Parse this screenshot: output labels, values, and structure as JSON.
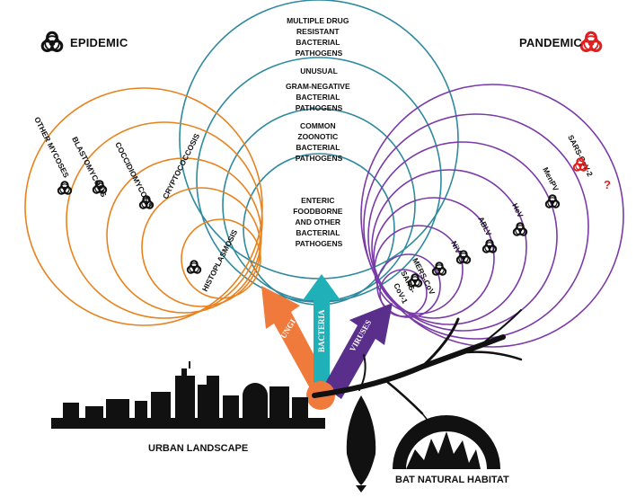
{
  "headers": {
    "epidemic": "EPIDEMIC",
    "pandemic": "PANDEMIC"
  },
  "bacteria": [
    [
      "MULTIPLE DRUG",
      "RESISTANT",
      "BACTERIAL",
      "PATHOGENS"
    ],
    [
      "UNUSUAL"
    ],
    [
      "GRAM-NEGATIVE",
      "BACTERIAL",
      "PATHOGENS"
    ],
    [
      "COMMON",
      "ZOONOTIC",
      "BACTERIAL",
      "PATHOGENS"
    ],
    [
      "ENTERIC",
      "FOODBORNE",
      "AND OTHER",
      "BACTERIAL",
      "PATHOGENS"
    ]
  ],
  "fungi": [
    "OTHER MYCOSES",
    "BLASTOMYCOSIS",
    "COCCIDIOMYCOSIS",
    "CRYPTOCOCCOSIS",
    "HISTOPLASMOSIS"
  ],
  "viruses": [
    "SARS-CoV-2",
    "?",
    "MenPV",
    "HeV",
    "ABLV",
    "NiV",
    "MERS-CoV",
    "SARS-",
    "CoV-1"
  ],
  "arrows": {
    "fungi": "FUNGI",
    "bacteria": "BACTERIA",
    "viruses": "VIRUSES"
  },
  "bottom": {
    "urban": "URBAN LANDSCAPE",
    "bat": "BAT NATURAL HABITAT"
  },
  "colors": {
    "fungi": "#e8821e",
    "bacteria": "#2e8a9e",
    "viruses": "#7a3aa8",
    "fungi_arrow": "#f07a3c",
    "bacteria_arrow": "#1fb0b8",
    "viruses_arrow": "#5a2f8c",
    "pandemic_icon": "#e02020",
    "question": "#e02020"
  },
  "icons": [
    "biohazard-icon"
  ]
}
